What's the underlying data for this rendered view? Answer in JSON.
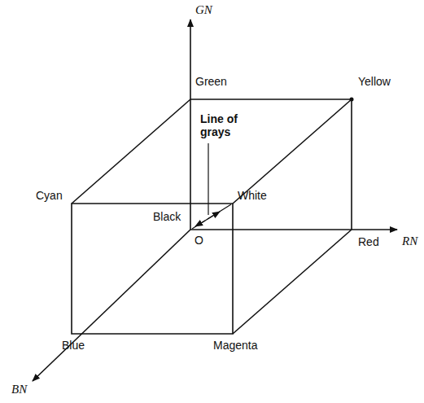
{
  "diagram": {
    "labels": [
      "GN",
      "Green",
      "Yellow",
      "Line of grays",
      "Cyan",
      "White",
      "Black",
      "O",
      "Red",
      "RN",
      "Blue",
      "Magenta",
      "BN"
    ]
  }
}
